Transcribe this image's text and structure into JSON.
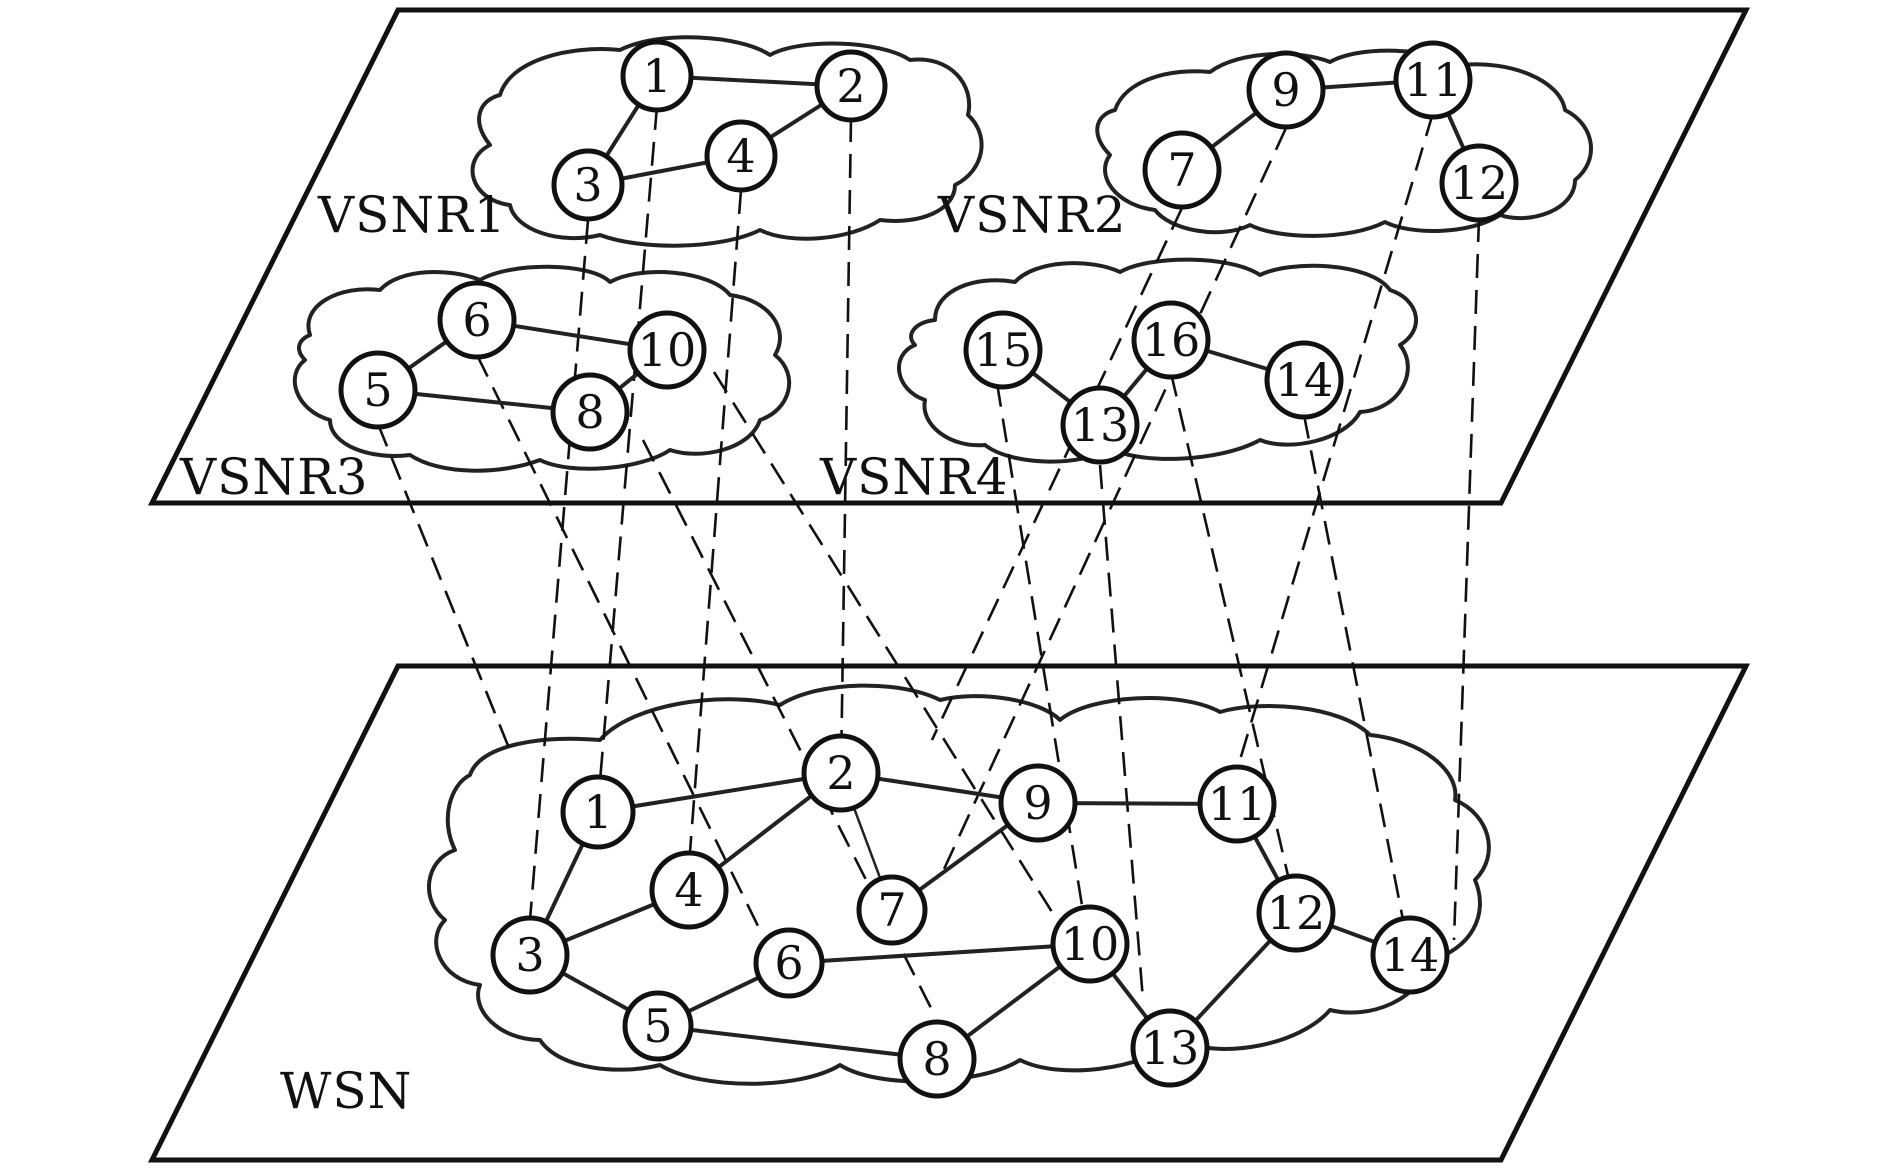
{
  "layers": {
    "virtual": {
      "networks": [
        {
          "label": "VSNR1",
          "nodes": [
            "1",
            "2",
            "3",
            "4"
          ]
        },
        {
          "label": "VSNR2",
          "nodes": [
            "9",
            "11",
            "7",
            "12"
          ]
        },
        {
          "label": "VSNR3",
          "nodes": [
            "6",
            "10",
            "5",
            "8"
          ]
        },
        {
          "label": "VSNR4",
          "nodes": [
            "15",
            "16",
            "14",
            "13"
          ]
        }
      ]
    },
    "physical": {
      "label": "WSN",
      "nodes": [
        "1",
        "2",
        "9",
        "11",
        "4",
        "7",
        "12",
        "14",
        "3",
        "6",
        "10",
        "5",
        "13",
        "8"
      ]
    }
  }
}
